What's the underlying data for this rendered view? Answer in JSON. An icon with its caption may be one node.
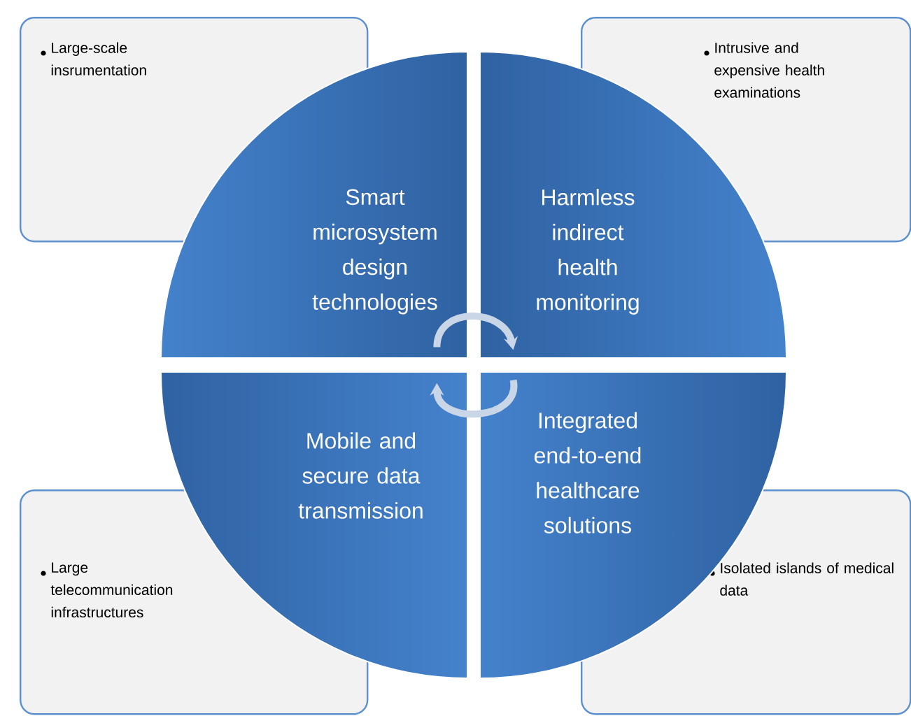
{
  "diagram": {
    "nodes": [
      {
        "text": [
          "Large-scale insrumentation"
        ]
      },
      {
        "text": [
          "Intrusive and expensive health examinations"
        ]
      },
      {
        "text": [
          "Smart microsystem design technologies"
        ]
      },
      {
        "text": [
          "Harmless indirect health monitoring"
        ]
      },
      {
        "text": [
          "Mobile and secure data transmission"
        ]
      },
      {
        "text": [
          "Integrated end-to-end healthcare solutions"
        ]
      },
      {
        "text": [
          "Large telecommunication infrastructures"
        ]
      },
      {
        "text": [
          "Isolated islands of medical data"
        ]
      }
    ],
    "edges": [
      {
        "from": 2,
        "to": 3,
        "arrow": "to"
      },
      {
        "from": 5,
        "to": 4,
        "arrow": "to"
      }
    ]
  }
}
